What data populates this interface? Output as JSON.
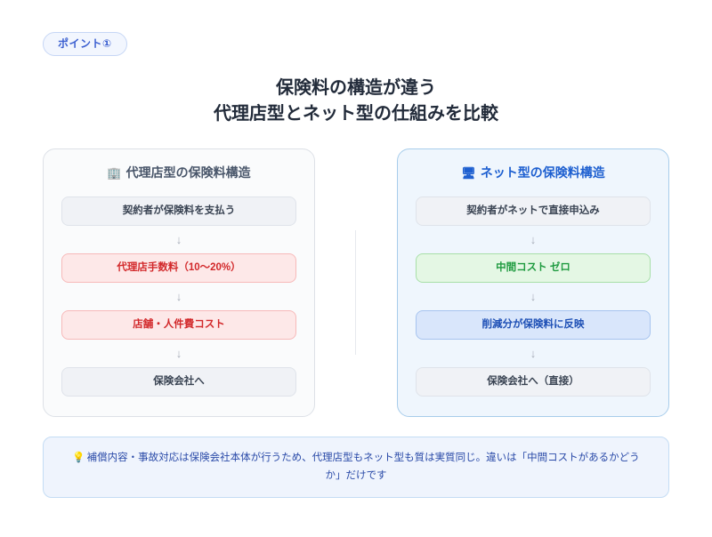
{
  "badge": {
    "label": "ポイント①"
  },
  "title": {
    "line1": "保険料の構造が違う",
    "line2": "代理店型とネット型の仕組みを比較"
  },
  "arrow_glyph": "↓",
  "panels": {
    "left": {
      "icon": "🏢",
      "icon_name": "office-building-icon",
      "heading": "代理店型の保険料構造",
      "steps": [
        {
          "label": "契約者が保険料を支払う",
          "style": "neutral"
        },
        {
          "label": "代理店手数料（10〜20%）",
          "style": "danger"
        },
        {
          "label": "店舗・人件費コスト",
          "style": "danger"
        },
        {
          "label": "保険会社へ",
          "style": "neutral"
        }
      ]
    },
    "right": {
      "icon": "🖥",
      "icon_name": "desktop-computer-icon",
      "heading": "ネット型の保険料構造",
      "steps": [
        {
          "label": "契約者がネットで直接申込み",
          "style": "neutral"
        },
        {
          "label": "中間コスト ゼロ",
          "style": "success"
        },
        {
          "label": "削減分が保険料に反映",
          "style": "info"
        },
        {
          "label": "保険会社へ（直接）",
          "style": "neutral"
        }
      ]
    }
  },
  "note": {
    "icon": "💡",
    "icon_name": "lightbulb-icon",
    "text": "補償内容・事故対応は保険会社本体が行うため、代理店型もネット型も質は実質同じ。違いは「中間コストがあるかどうか」だけです"
  },
  "colors": {
    "accent_blue": "#1d5fd0",
    "badge_text": "#3b5fd0",
    "danger": "#d2282a",
    "success": "#1f9b40",
    "info": "#1d4fb5",
    "title": "#222b3a",
    "page_bg": "#ffffff"
  }
}
